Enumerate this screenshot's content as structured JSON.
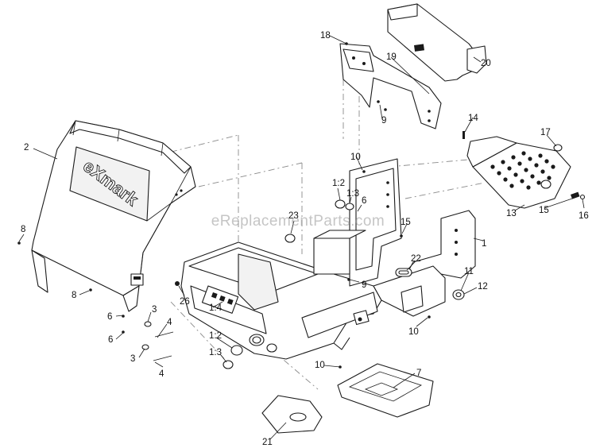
{
  "watermark": "eReplacementParts.com",
  "logo_text": "eXmark",
  "callouts": [
    "1",
    "1:2",
    "1:3",
    "1:4",
    "2",
    "3",
    "4",
    "5",
    "6",
    "7",
    "8",
    "9",
    "10",
    "11",
    "12",
    "13",
    "14",
    "15",
    "16",
    "17",
    "18",
    "19",
    "20",
    "21",
    "22",
    "23",
    "26"
  ]
}
